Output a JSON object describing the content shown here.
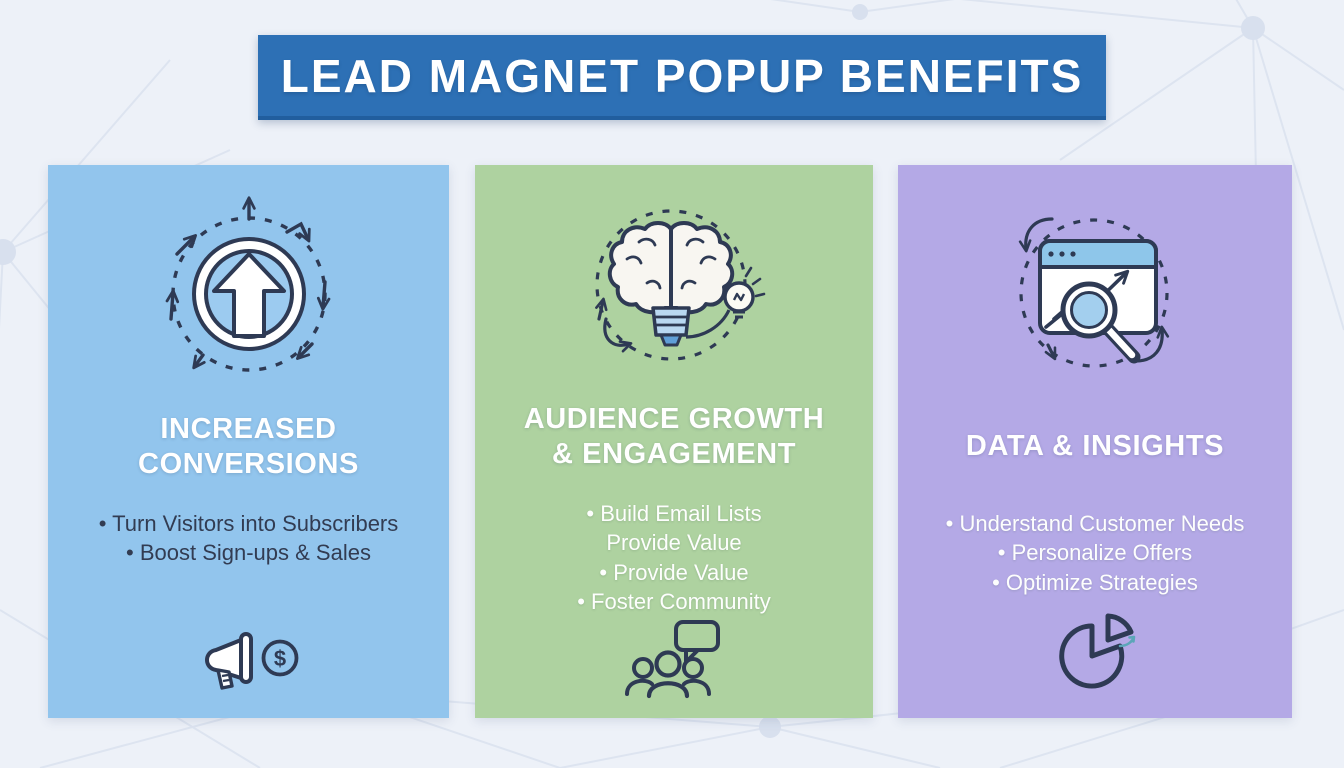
{
  "banner": {
    "title": "LEAD MAGNET POPUP BENEFITS",
    "bg_color": "#2d70b5",
    "text_color": "#ffffff"
  },
  "background": {
    "pattern": "network-mesh",
    "color": "#edf1f8",
    "line_color": "#dde4f0",
    "node_color": "#d8e0ee"
  },
  "icon_stroke_color": "#2e3a54",
  "cards": [
    {
      "id": "increased-conversions",
      "bg_color": "#92c5ed",
      "title": "INCREASED\nCONVERSIONS",
      "title_color": "#ffffff",
      "bullet_color": "#323c52",
      "top_icon": "growth-arrow-circle-icon",
      "bottom_icon": "megaphone-dollar-icon",
      "coin_symbol": "$",
      "bullets": [
        "• Turn Visitors into Subscribers",
        "• Boost Sign-ups & Sales"
      ]
    },
    {
      "id": "audience-growth-engagement",
      "bg_color": "#aed2a0",
      "title": "AUDIENCE GROWTH\n& ENGAGEMENT",
      "title_color": "#ffffff",
      "bullet_color": "#fdfefd",
      "top_icon": "brain-lightbulb-icon",
      "bottom_icon": "community-chat-icon",
      "bullets": [
        "• Build Email Lists",
        "Provide Value",
        "• Provide Value",
        "• Foster Community"
      ]
    },
    {
      "id": "data-insights",
      "bg_color": "#b4a9e6",
      "title": "DATA & INSIGHTS",
      "title_color": "#ffffff",
      "bullet_color": "#fdfefd",
      "top_icon": "analytics-magnifier-icon",
      "bottom_icon": "pie-chart-icon",
      "bullets": [
        "• Understand Customer Needs",
        "• Personalize Offers",
        "• Optimize Strategies"
      ]
    }
  ]
}
